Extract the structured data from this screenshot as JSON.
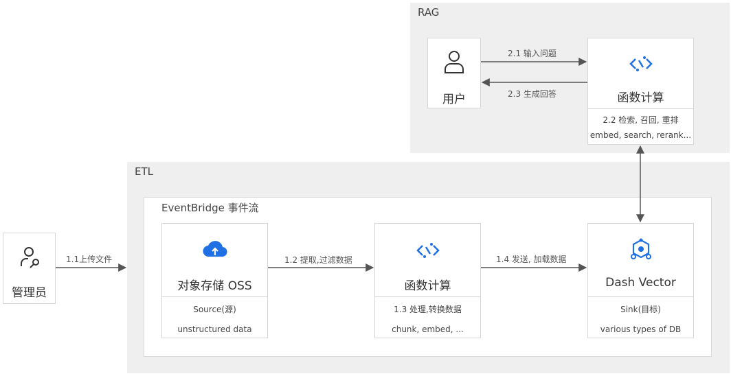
{
  "rag": {
    "title": "RAG",
    "user": {
      "label": "用户",
      "icon": "user-icon"
    },
    "fc": {
      "label": "函数计算",
      "icon": "function-compute-icon",
      "note1": "2.2  检索, 召回, 重排",
      "note2": "embed, search, rerank..."
    },
    "edges": {
      "ask": "2.1 输入问题",
      "answer": "2.3 生成回答"
    }
  },
  "etl": {
    "title": "ETL",
    "eventbridge": {
      "title": "EventBridge 事件流"
    },
    "oss": {
      "label": "对象存储 OSS",
      "icon": "cloud-upload-icon",
      "note1": "Source(源)",
      "note2": "unstructured data"
    },
    "fc": {
      "label": "函数计算",
      "icon": "function-compute-icon",
      "note1": "1.3 处理,转换数据",
      "note2": "chunk, embed, ..."
    },
    "dash": {
      "label": "Dash Vector",
      "icon": "vector-db-icon",
      "note1": "Sink(目标)",
      "note2": "various types of DB"
    },
    "edges": {
      "upload": "1.1上传文件",
      "extract": "1.2 提取,过滤数据",
      "send": "1.4 发送, 加载数据"
    }
  },
  "admin": {
    "label": "管理员",
    "icon": "admin-user-icon"
  },
  "colors": {
    "accent": "#1f6fe5",
    "region_bg": "#efefef",
    "arrow": "#555555"
  }
}
